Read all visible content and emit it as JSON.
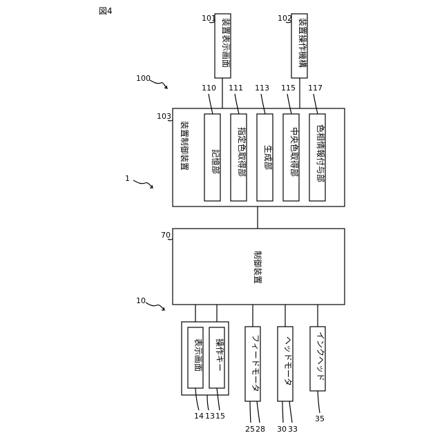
{
  "figure_label": "図4",
  "ref_system": "1",
  "ref_device": "100",
  "ref_printer": "10",
  "display_screen_101": {
    "ref": "101",
    "label": "装置表示画面"
  },
  "operation_mech_102": {
    "ref": "102",
    "label": "装置操作機構"
  },
  "device_controller": {
    "ref": "103",
    "label": "装置制御装置"
  },
  "modules": [
    {
      "ref": "110",
      "label": "記憶部"
    },
    {
      "ref": "111",
      "label": "指定色取得部"
    },
    {
      "ref": "113",
      "label": "生成部"
    },
    {
      "ref": "115",
      "label": "中央色取得部"
    },
    {
      "ref": "117",
      "label": "色相情報付与部"
    }
  ],
  "controller": {
    "ref": "70",
    "label": "制御装置"
  },
  "panel": {
    "ref_display": "14",
    "ref_panel": "13",
    "ref_keys": "15",
    "display_label": "表示画面",
    "keys_label": "操作キー"
  },
  "feed_motor": {
    "label": "フィードモータ",
    "ref_a": "25",
    "ref_b": "28"
  },
  "head_motor": {
    "label": "ヘッドモータ",
    "ref_a": "30",
    "ref_b": "33"
  },
  "ink_head": {
    "label": "インクヘッド",
    "ref": "35"
  }
}
